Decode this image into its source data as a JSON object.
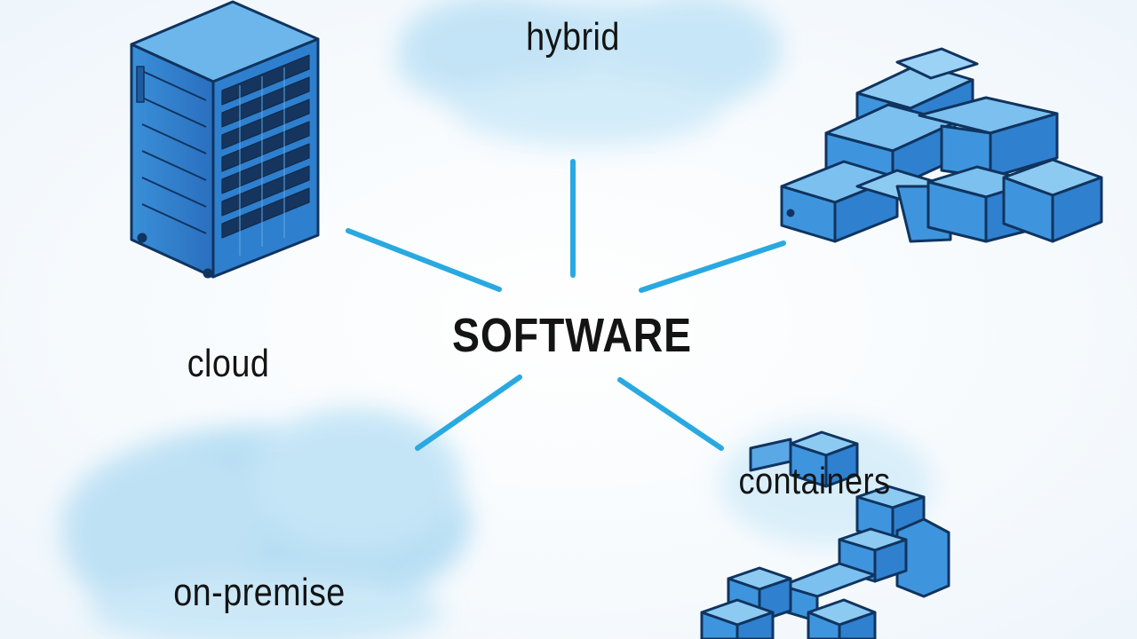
{
  "diagram": {
    "center_label": "SOFTWARE",
    "labels": {
      "hybrid": "hybrid",
      "cloud": "cloud",
      "on_premise": "on-premise",
      "containers": "containers"
    },
    "icons": [
      "server-rack-icon",
      "cube-stack-icon",
      "container-chain-icon",
      "cloud-icon"
    ]
  },
  "colors": {
    "connector": "#29a9e0",
    "cube_fill": "#3f95dd",
    "cube_top": "#7cc0f0",
    "outline": "#10345f",
    "cloud": "#aedcf3",
    "text": "#141414"
  }
}
